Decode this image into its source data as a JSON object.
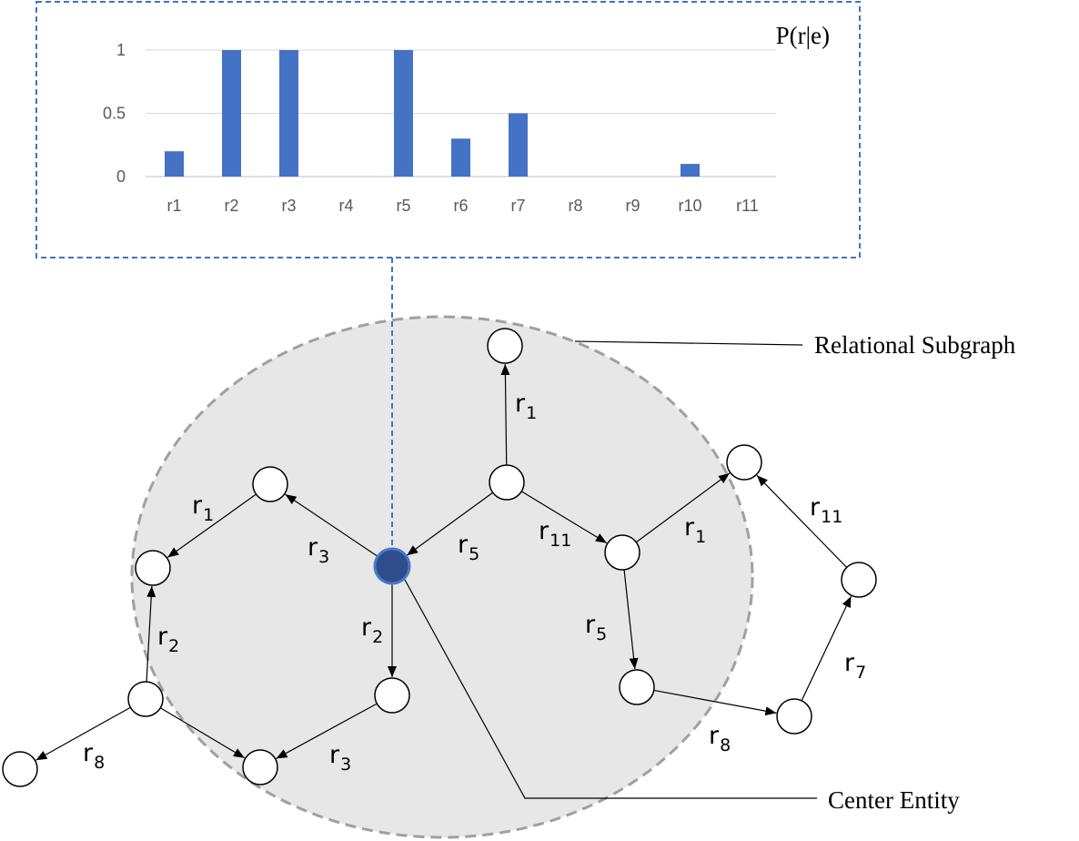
{
  "chart_data": {
    "type": "bar",
    "title": "P(r|e)",
    "categories": [
      "r1",
      "r2",
      "r3",
      "r4",
      "r5",
      "r6",
      "r7",
      "r8",
      "r9",
      "r10",
      "r11"
    ],
    "values": [
      0.2,
      1,
      1,
      0,
      1,
      0.3,
      0.5,
      0,
      0,
      0.1,
      0
    ],
    "yticks": [
      0,
      0.5,
      1
    ],
    "ylim": [
      0,
      1
    ],
    "grid": true,
    "color": "#4472C4"
  },
  "diagram": {
    "edge_labels": [
      {
        "base": "r",
        "sub": "1"
      },
      {
        "base": "r",
        "sub": "5"
      },
      {
        "base": "r",
        "sub": "11"
      },
      {
        "base": "r",
        "sub": "3"
      },
      {
        "base": "r",
        "sub": "1"
      },
      {
        "base": "r",
        "sub": "2"
      },
      {
        "base": "r",
        "sub": "8"
      },
      {
        "base": "r",
        "sub": "3"
      },
      {
        "base": "r",
        "sub": "2"
      },
      {
        "base": "r",
        "sub": "1"
      },
      {
        "base": "r",
        "sub": "5"
      },
      {
        "base": "r",
        "sub": "8"
      },
      {
        "base": "r",
        "sub": "7"
      },
      {
        "base": "r",
        "sub": "11"
      }
    ],
    "callouts": {
      "subgraph": "Relational Subgraph",
      "center": "Center Entity"
    },
    "colors": {
      "connector": "#4472C4",
      "center_fill": "#2E4D8A",
      "center_stroke": "#4A78C8",
      "subgraph_fill": "#E7E7E7",
      "subgraph_stroke": "#A0A0A0"
    }
  }
}
